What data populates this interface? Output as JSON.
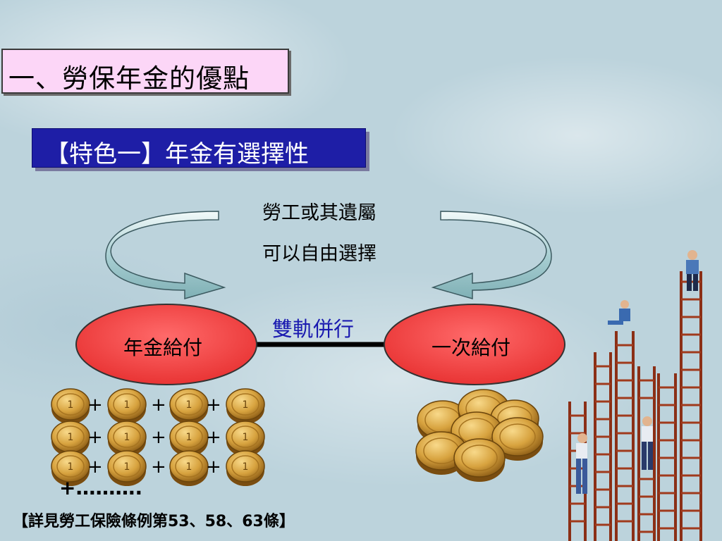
{
  "title": "一、勞保年金的優點",
  "subtitle": "【特色一】年金有選擇性",
  "choice_text": {
    "line1": "勞工或其遺屬",
    "line2": "可以自由選擇"
  },
  "dual_track": "雙軌併行",
  "left_option": "年金給付",
  "right_option": "一次給付",
  "continuation": "+……….",
  "footnote": "【詳見勞工保險條例第53、58、63條】",
  "colors": {
    "title_bg": "#fcd6f7",
    "subtitle_bg": "#1e1ea6",
    "ellipse_fill": "#ee3b3b",
    "dual_track_text": "#1a1ab0"
  },
  "icons": [
    "curved-arrow-icon",
    "coin-icon",
    "ladder-climbers-illustration"
  ]
}
